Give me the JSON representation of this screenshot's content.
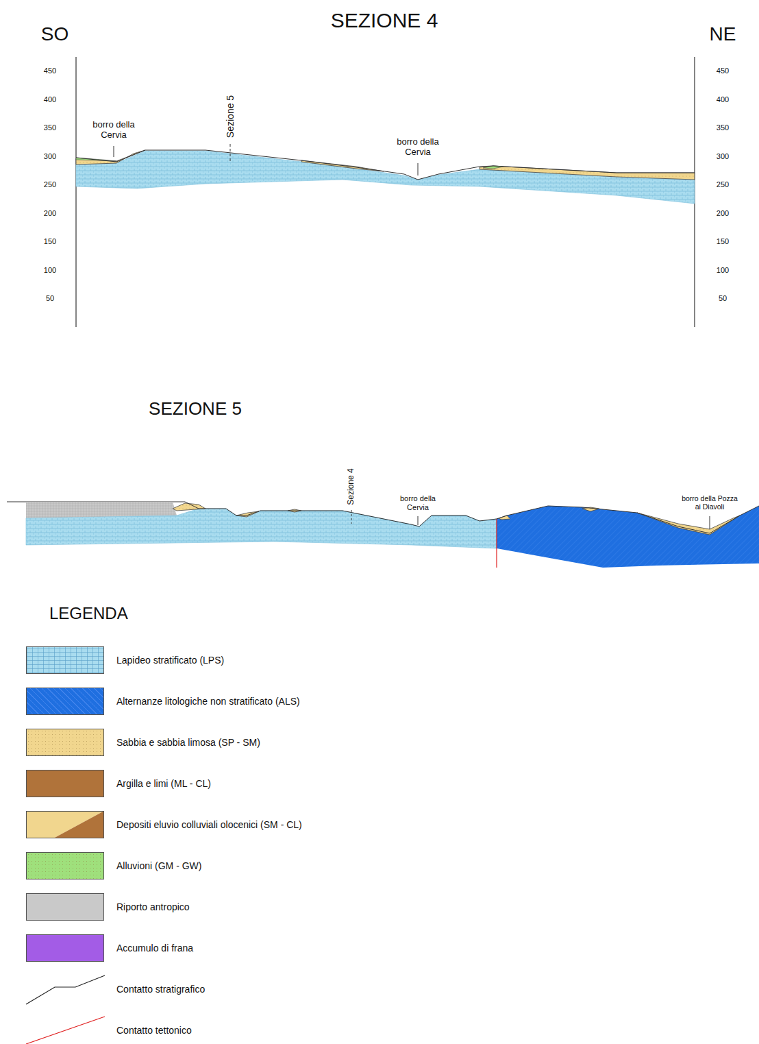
{
  "diagram": {
    "title": "SEZIONE 4",
    "labels": [
      "SO",
      "NE",
      "450",
      "400",
      "350",
      "300",
      "250",
      "200",
      "150",
      "100",
      "50",
      "450",
      "400",
      "350",
      "300",
      "250",
      "200",
      "150",
      "100",
      "50",
      "borro della Cervia",
      "Sezione 5",
      "borro della Cervia",
      "SEZIONE 5",
      "Sezione 4",
      "borro della Cervia",
      "borro della Pozza ai Diavoli",
      "LEGENDA"
    ],
    "legend": [
      {
        "text": "Lapideo stratificato (LPS)",
        "color": "#a9dcef"
      },
      {
        "text": "Alternanze litologiche non stratificato (ALS)",
        "color": "#1f6fe0"
      },
      {
        "text": "Sabbia e sabbia limosa (SP - SM)",
        "color": "#f1d68e"
      },
      {
        "text": "Argilla e limi (ML - CL)",
        "color": "#b0733a"
      },
      {
        "text": "Depositi eluvio colluviali olocenici (SM - CL)"
      },
      {
        "text": "Alluvioni (GM - GW)",
        "color": "#9fe07c"
      },
      {
        "text": "Riporto antropico",
        "color": "#c9c9c9"
      },
      {
        "text": "Accumulo di frana",
        "color": "#a35ce6"
      },
      {
        "text": "Contatto stratigrafico"
      },
      {
        "text": "Contatto tettonico"
      }
    ]
  }
}
